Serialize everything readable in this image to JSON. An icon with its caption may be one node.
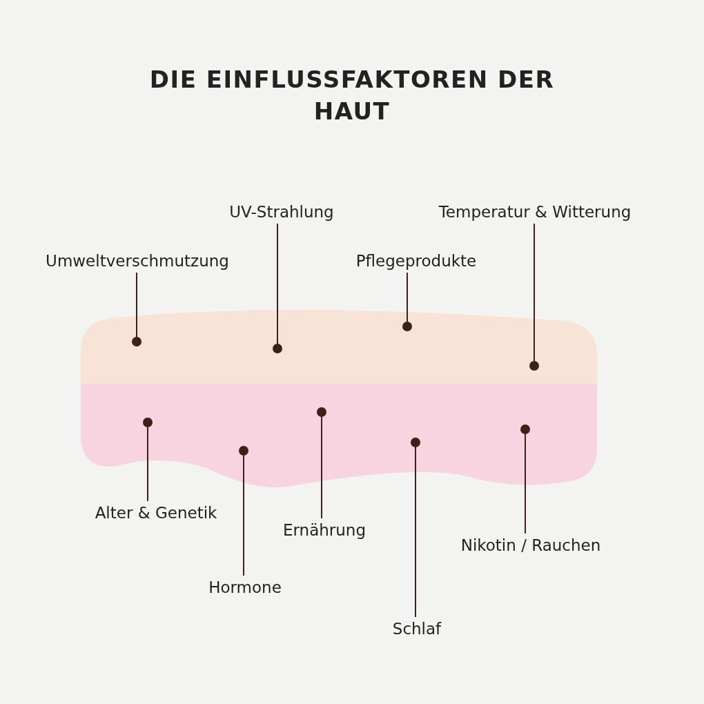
{
  "diagram": {
    "title": "DIE EINFLUSSFAKTOREN DER HAUT",
    "nodes": [
      {
        "text": [],
        "shape": "band"
      },
      {
        "text": [],
        "shape": "band"
      },
      {
        "text": [
          "Umweltverschmutzung"
        ]
      },
      {
        "text": [
          "UV-Strahlung"
        ]
      },
      {
        "text": [
          "Pflegeprodukte"
        ]
      },
      {
        "text": [
          "Temperatur & Witterung"
        ]
      },
      {
        "text": [
          "Alter & Genetik"
        ]
      },
      {
        "text": [
          "Hormone"
        ]
      },
      {
        "text": [
          "Ernährung"
        ]
      },
      {
        "text": [
          "Schlaf"
        ]
      },
      {
        "text": [
          "Nikotin / Rauchen"
        ]
      }
    ],
    "edges": [
      {
        "from": 2,
        "to": 0,
        "arrow": "other"
      },
      {
        "from": 3,
        "to": 0,
        "arrow": "other"
      },
      {
        "from": 4,
        "to": 0,
        "arrow": "other"
      },
      {
        "from": 5,
        "to": 0,
        "arrow": "other"
      },
      {
        "from": 6,
        "to": 1,
        "arrow": "other"
      },
      {
        "from": 7,
        "to": 1,
        "arrow": "other"
      },
      {
        "from": 8,
        "to": 1,
        "arrow": "other"
      },
      {
        "from": 9,
        "to": 1,
        "arrow": "other"
      },
      {
        "from": 10,
        "to": 1,
        "arrow": "other"
      }
    ]
  }
}
